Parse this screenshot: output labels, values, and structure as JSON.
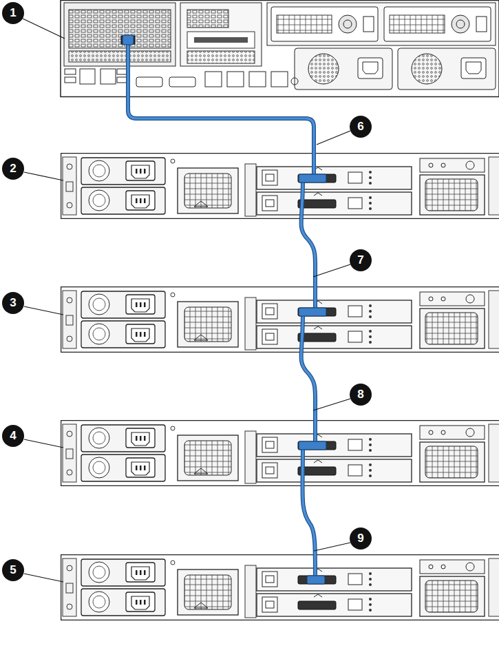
{
  "diagram": {
    "labels": [
      "1",
      "6",
      "2",
      "7",
      "3",
      "8",
      "4",
      "9",
      "5"
    ]
  }
}
